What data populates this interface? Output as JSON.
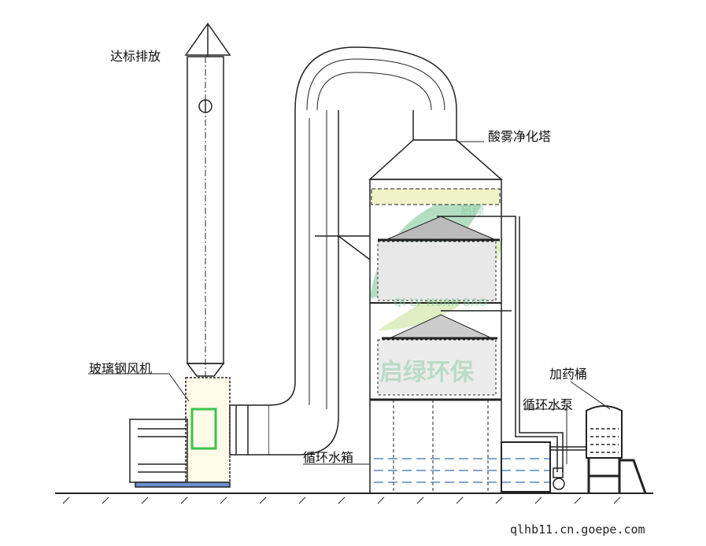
{
  "labels": {
    "exhaust": "达标排放",
    "tower": "酸雾净化塔",
    "fan": "玻璃钢风机",
    "dosing_tank": "加药桶",
    "pump": "循环水泵",
    "water_tank": "循环水箱"
  },
  "watermark": {
    "cn_small": "启绿",
    "pinyin": "QI LV HUAN BAO",
    "cn_large": "启绿环保"
  },
  "footer": "qlhb11.cn.goepe.com",
  "colors": {
    "line": "#222222",
    "fan_highlight": "#3cc24a",
    "water": "#3a6fb0",
    "watermark": "#7fc89a"
  }
}
